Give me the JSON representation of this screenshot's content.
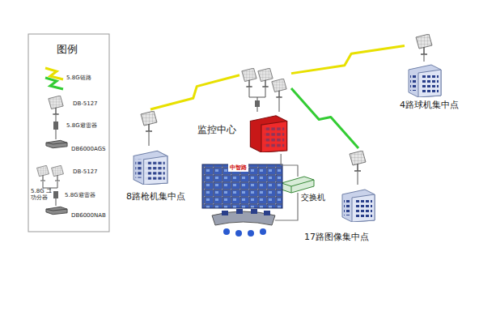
{
  "diagram": {
    "nodes": [
      {
        "text": [
          "监控中心"
        ]
      },
      {
        "text": [
          "8路枪机集中点"
        ]
      },
      {
        "text": [
          "4路球机集中点"
        ]
      },
      {
        "text": [
          "17路图像集中点"
        ]
      },
      {
        "text": [
          "交换机"
        ]
      }
    ],
    "edges": [
      {
        "from": 0,
        "to": 1,
        "arrow": "none"
      },
      {
        "from": 0,
        "to": 2,
        "arrow": "none"
      },
      {
        "from": 0,
        "to": 3,
        "arrow": "none"
      },
      {
        "from": 0,
        "to": 4,
        "arrow": "none"
      }
    ],
    "labels": [
      "图例",
      "中智路"
    ],
    "legend": [
      {
        "text": "5.8G链路"
      },
      {
        "text": "DB-5127"
      },
      {
        "text": "5.8G避雷器"
      },
      {
        "text": "DB6000AGS"
      },
      {
        "text": "DB-5127"
      },
      {
        "text": "5.8G 二功分器"
      },
      {
        "text": "5.8G避雷器"
      },
      {
        "text": "DB6000NAB"
      }
    ]
  }
}
